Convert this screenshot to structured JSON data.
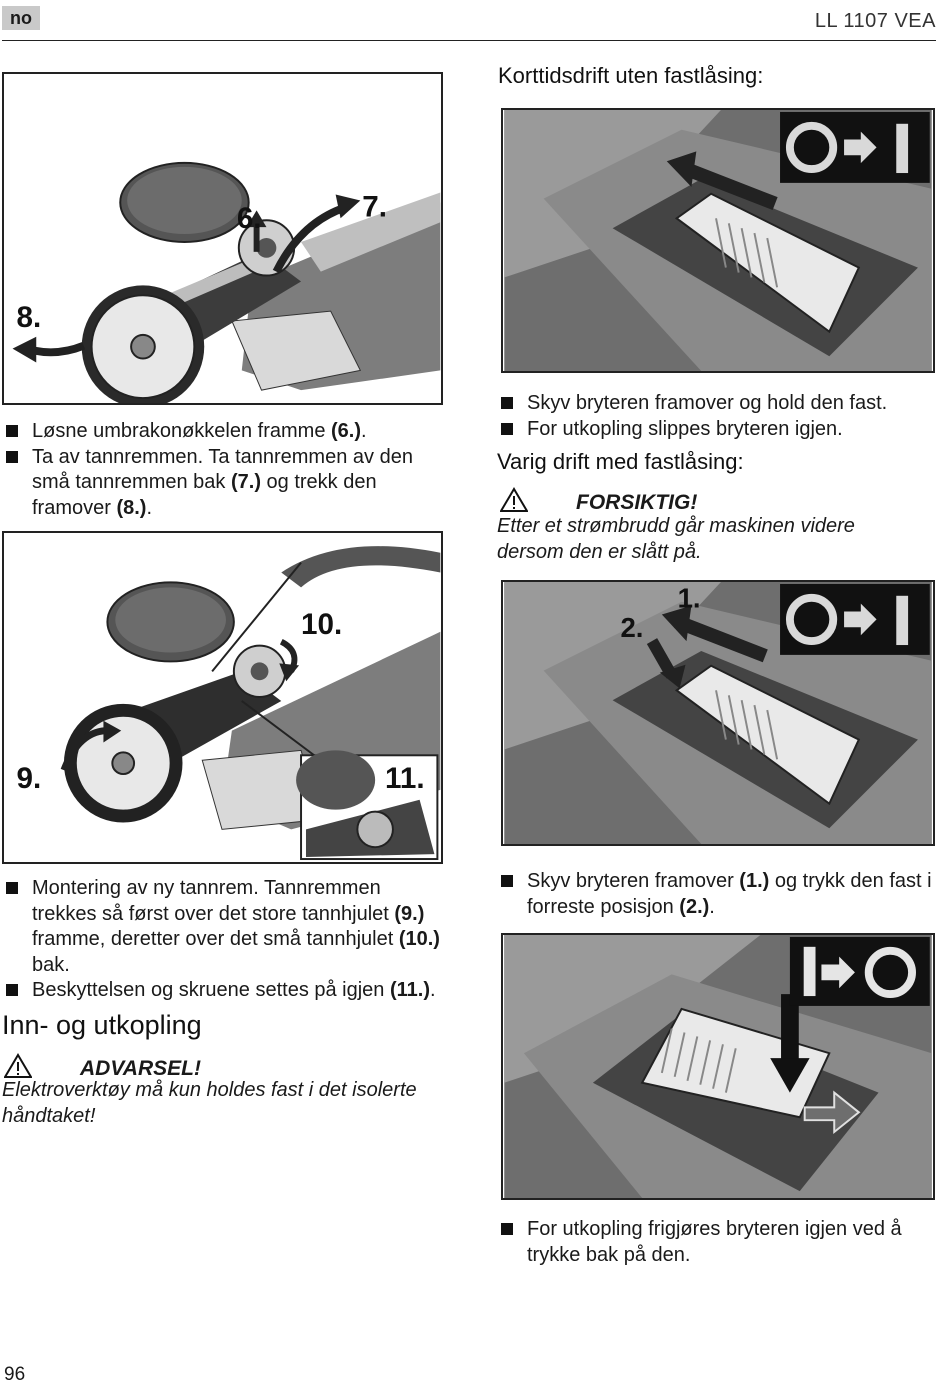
{
  "header": {
    "lang": "no",
    "model": "LL 1107 VEA"
  },
  "left": {
    "bullets1": [
      {
        "parts": [
          {
            "t": "Løsne umbrakonøkkelen framme ",
            "b": false
          },
          {
            "t": "(6.)",
            "b": true
          },
          {
            "t": ".",
            "b": false
          }
        ]
      },
      {
        "parts": [
          {
            "t": "Ta av tannremmen. Ta tannremmen av den små tannremmen bak ",
            "b": false
          },
          {
            "t": "(7.)",
            "b": true
          },
          {
            "t": " og trekk den framover ",
            "b": false
          },
          {
            "t": "(8.)",
            "b": true
          },
          {
            "t": ".",
            "b": false
          }
        ]
      }
    ],
    "bullets2": [
      {
        "parts": [
          {
            "t": "Montering av ny tannrem. Tannremmen trekkes så først over det store tannhjulet ",
            "b": false
          },
          {
            "t": "(9.)",
            "b": true
          },
          {
            "t": " framme, deretter over det små tannhjulet ",
            "b": false
          },
          {
            "t": "(10.)",
            "b": true
          },
          {
            "t": " bak.",
            "b": false
          }
        ]
      },
      {
        "parts": [
          {
            "t": "Beskyttelsen og skruene settes på igjen ",
            "b": false
          },
          {
            "t": "(11.)",
            "b": true
          },
          {
            "t": ".",
            "b": false
          }
        ]
      }
    ],
    "section_title": "Inn- og utkopling",
    "warning_label": "ADVARSEL!",
    "warning_text": "Elektroverktøy må kun holdes fast i det isolerte håndtaket!",
    "fig1_labels": {
      "a": "6.",
      "b": "7.",
      "c": "8."
    },
    "fig2_labels": {
      "a": "10.",
      "b": "9.",
      "c": "11."
    }
  },
  "right": {
    "heading1": "Korttidsdrift uten fastlåsing:",
    "bullets1": [
      {
        "parts": [
          {
            "t": "Skyv bryteren framover og hold den fast.",
            "b": false
          }
        ]
      },
      {
        "parts": [
          {
            "t": "For utkopling slippes bryteren igjen.",
            "b": false
          }
        ]
      }
    ],
    "heading2": "Varig drift med fastlåsing:",
    "caution_label": "FORSIKTIG!",
    "caution_text": "Etter et strømbrudd går maskinen videre dersom den er slått på.",
    "fig2_labels": {
      "a": "1.",
      "b": "2."
    },
    "bullets2": [
      {
        "parts": [
          {
            "t": "Skyv bryteren framover ",
            "b": false
          },
          {
            "t": "(1.)",
            "b": true
          },
          {
            "t": " og trykk den fast i forreste posisjon ",
            "b": false
          },
          {
            "t": "(2.)",
            "b": true
          },
          {
            "t": ".",
            "b": false
          }
        ]
      }
    ],
    "bullets3": [
      {
        "parts": [
          {
            "t": "For utkopling frigjøres bryteren igjen ved å trykke bak på den.",
            "b": false
          }
        ]
      }
    ]
  },
  "footer": {
    "page_number": "96"
  }
}
